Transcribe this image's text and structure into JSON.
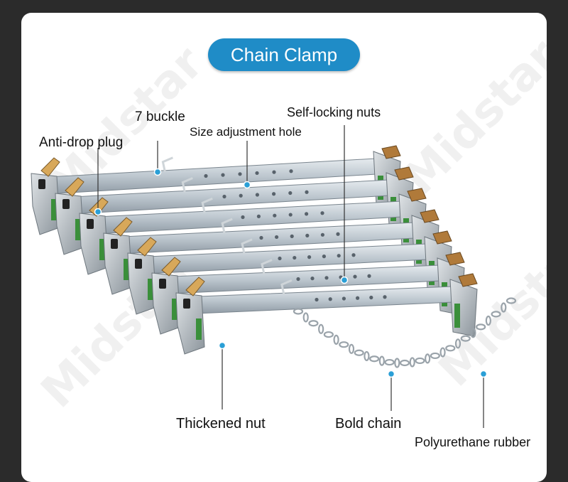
{
  "title": "Chain Clamp",
  "watermark": "Midstar",
  "labels": {
    "buckle": "7 buckle",
    "anti_drop": "Anti-drop plug",
    "self_locking": "Self-locking nuts",
    "size_hole": "Size adjustment hole",
    "thickened_nut": "Thickened nut",
    "bold_chain": "Bold chain",
    "poly_rubber": "Polyurethane rubber"
  },
  "colors": {
    "pill": "#1f8cc7",
    "callout_dot": "#2a9fd6",
    "rubber": "#3a8f3a",
    "steel": "#c3ccd4",
    "copper": "#b07a3a"
  }
}
